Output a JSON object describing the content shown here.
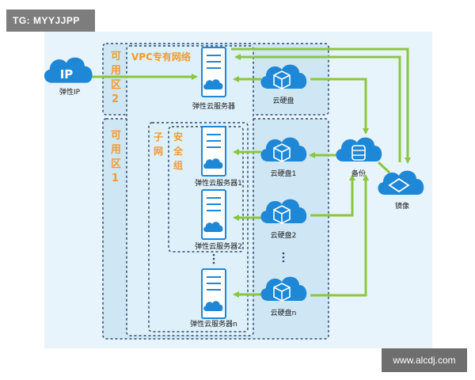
{
  "overlay": {
    "tag": "TG: MYYJJPP",
    "watermark": "www.alcdj.com"
  },
  "diagram": {
    "ip_cloud": {
      "label": "IP",
      "caption": "弹性IP"
    },
    "zone2": {
      "chars": [
        "可",
        "用",
        "区",
        "2"
      ]
    },
    "zone1": {
      "chars": [
        "可",
        "用",
        "区",
        "1"
      ]
    },
    "vpc": {
      "title": "VPC专有网络"
    },
    "subnet": {
      "chars": [
        "子",
        "网"
      ]
    },
    "security_group": {
      "chars": [
        "安",
        "全",
        "组"
      ]
    },
    "servers": [
      {
        "label": "弹性云服务器"
      },
      {
        "label": "弹性云服务器1"
      },
      {
        "label": "弹性云服务器2"
      },
      {
        "label": "弹性云服务器n"
      }
    ],
    "disks": [
      {
        "label": "云硬盘"
      },
      {
        "label": "云硬盘1"
      },
      {
        "label": "云硬盘2"
      },
      {
        "label": "云硬盘n"
      }
    ],
    "backup": {
      "label": "备份"
    },
    "image": {
      "label": "镜像"
    },
    "colors": {
      "zone_fill": "#cfe7f5",
      "vpc_fill": "#def0fa",
      "accent_orange": "#f29a2e",
      "arrow_green": "#8cc63f",
      "icon_blue": "#1e88d6",
      "dashed": "#2c4a6e"
    }
  }
}
